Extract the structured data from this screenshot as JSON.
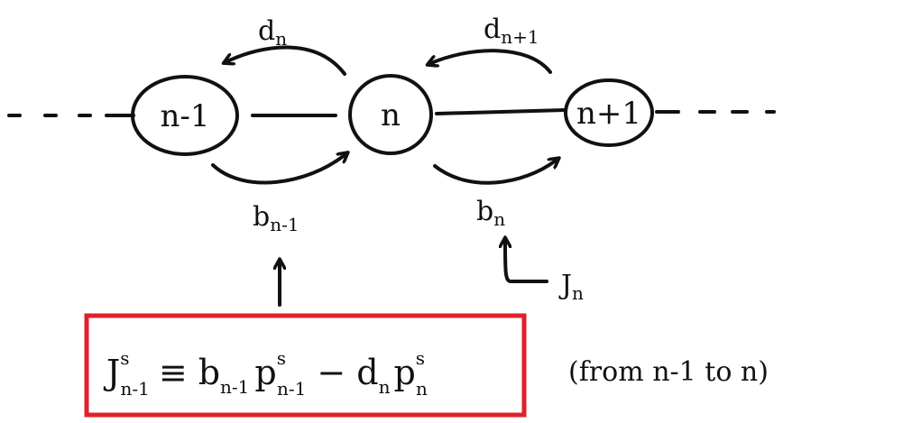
{
  "nodes": {
    "left": "n-1",
    "center": "n",
    "right": "n+1"
  },
  "rates": {
    "d_n": {
      "main": "d",
      "sub": "n"
    },
    "d_n1": {
      "main": "d",
      "sub": "n+1"
    },
    "b_n1": {
      "main": "b",
      "sub": "n-1"
    },
    "b_n": {
      "main": "b",
      "sub": "n"
    },
    "J_n": {
      "main": "J",
      "sub": "n"
    }
  },
  "equation": {
    "lhs_main": "J",
    "lhs_sup": "s",
    "lhs_sub": "n-1",
    "equiv": "≡",
    "b_main": "b",
    "b_sub": "n-1",
    "p1_main": "p",
    "p1_sup": "s",
    "p1_sub": "n-1",
    "minus": "−",
    "d_main": "d",
    "d_sub": "n",
    "p2_main": "p",
    "p2_sup": "s",
    "p2_sub": "n"
  },
  "note": "(from n-1 to n)",
  "colors": {
    "ink": "#111111",
    "box": "#e0212a"
  }
}
